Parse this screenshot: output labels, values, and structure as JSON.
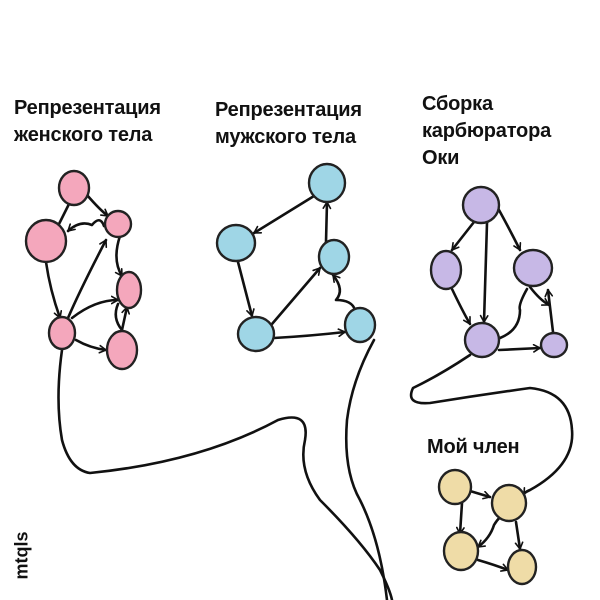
{
  "colors": {
    "female": "#f4a7bc",
    "male": "#9fd6e6",
    "carburetor": "#c7b8e6",
    "member": "#efdca7",
    "ink": "#111111"
  },
  "groups": [
    {
      "id": "female",
      "lines": [
        "Репрезентация",
        "женского тела"
      ]
    },
    {
      "id": "male",
      "lines": [
        "Репрезентация",
        "мужского тела"
      ]
    },
    {
      "id": "carburetor",
      "lines": [
        "Сборка",
        "карбюратора",
        "Оки"
      ]
    },
    {
      "id": "member",
      "lines": [
        "Мой член"
      ]
    }
  ],
  "watermark": "mtqls"
}
